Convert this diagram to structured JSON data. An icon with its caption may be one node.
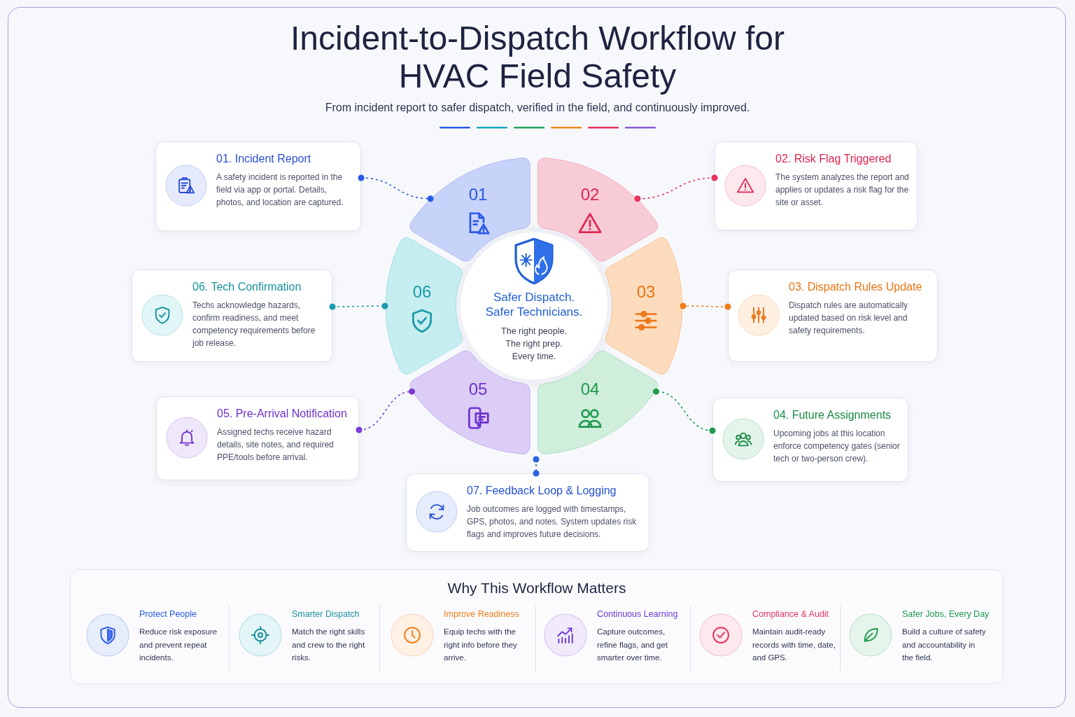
{
  "diagram": {
    "title": "Incident-to-Dispatch Workflow for HVAC Field Safety",
    "nodes": [
      {
        "text": [
          "Safer Dispatch. Safer Technicians.",
          "The right people. The right prep. Every time."
        ]
      },
      {
        "text": [
          "01"
        ]
      },
      {
        "text": [
          "02"
        ]
      },
      {
        "text": [
          "03"
        ]
      },
      {
        "text": [
          "04"
        ]
      },
      {
        "text": [
          "05"
        ]
      },
      {
        "text": [
          "06"
        ]
      },
      {
        "text": [
          "01. Incident Report",
          "A safety incident is reported in the field via app or portal. Details, photos, and location are captured."
        ]
      },
      {
        "text": [
          "02. Risk Flag Triggered",
          "The system analyzes the report and applies or updates a risk flag for the site or asset."
        ]
      },
      {
        "text": [
          "03. Dispatch Rules Update",
          "Dispatch rules are automatically updated based on risk level and safety requirements."
        ]
      },
      {
        "text": [
          "04. Future Assignments",
          "Upcoming jobs at this location enforce competency gates (senior tech or two-person crew)."
        ]
      },
      {
        "text": [
          "05. Pre-Arrival Notification",
          "Assigned techs receive hazard details, site notes, and required PPE/tools before arrival."
        ]
      },
      {
        "text": [
          "06. Tech Confirmation",
          "Techs acknowledge hazards, confirm readiness, and meet competency requirements before job release."
        ]
      },
      {
        "text": [
          "07. Feedback Loop & Logging",
          "Job outcomes are logged with timestamps, GPS, photos, and notes. System updates risk flags and improves future decisions."
        ]
      },
      {
        "text": [
          "Why This Workflow Matters"
        ]
      },
      {
        "text": [
          "Protect People",
          "Reduce risk exposure and prevent repeat incidents."
        ],
        "in": 14
      },
      {
        "text": [
          "Smarter Dispatch",
          "Match the right skills and crew to the right risks."
        ],
        "in": 14
      },
      {
        "text": [
          "Improve Readiness",
          "Equip techs with the right info before they arrive."
        ],
        "in": 14
      },
      {
        "text": [
          "Continuous Learning",
          "Capture outcomes, refine flags, and get smarter over time."
        ],
        "in": 14
      },
      {
        "text": [
          "Compliance & Audit",
          "Maintain audit-ready records with time, date, and GPS."
        ],
        "in": 14
      },
      {
        "text": [
          "Safer Jobs, Every Day",
          "Build a culture of safety and accountability in the field."
        ],
        "in": 14
      }
    ],
    "edges": [
      {
        "from": 7,
        "to": 1,
        "arrow": "other",
        "style": "dashed",
        "color": "#2a5ae8"
      },
      {
        "from": 8,
        "to": 2,
        "arrow": "other",
        "style": "dashed",
        "color": "#e8335a"
      },
      {
        "from": 9,
        "to": 3,
        "arrow": "other",
        "style": "dashed",
        "color": "#f07d1a"
      },
      {
        "from": 10,
        "to": 4,
        "arrow": "other",
        "style": "dashed",
        "color": "#1f9a4e"
      },
      {
        "from": 11,
        "to": 5,
        "arrow": "other",
        "style": "dashed",
        "color": "#7a3ad6"
      },
      {
        "from": 12,
        "to": 6,
        "arrow": "other",
        "style": "dashed",
        "color": "#1b9aa8"
      },
      {
        "from": 4,
        "to": 13,
        "arrow": "other",
        "style": "dashed",
        "color": "#2a62e0"
      }
    ],
    "labels": [
      "From incident report to safer dispatch, verified in the field, and continuously improved."
    ]
  }
}
